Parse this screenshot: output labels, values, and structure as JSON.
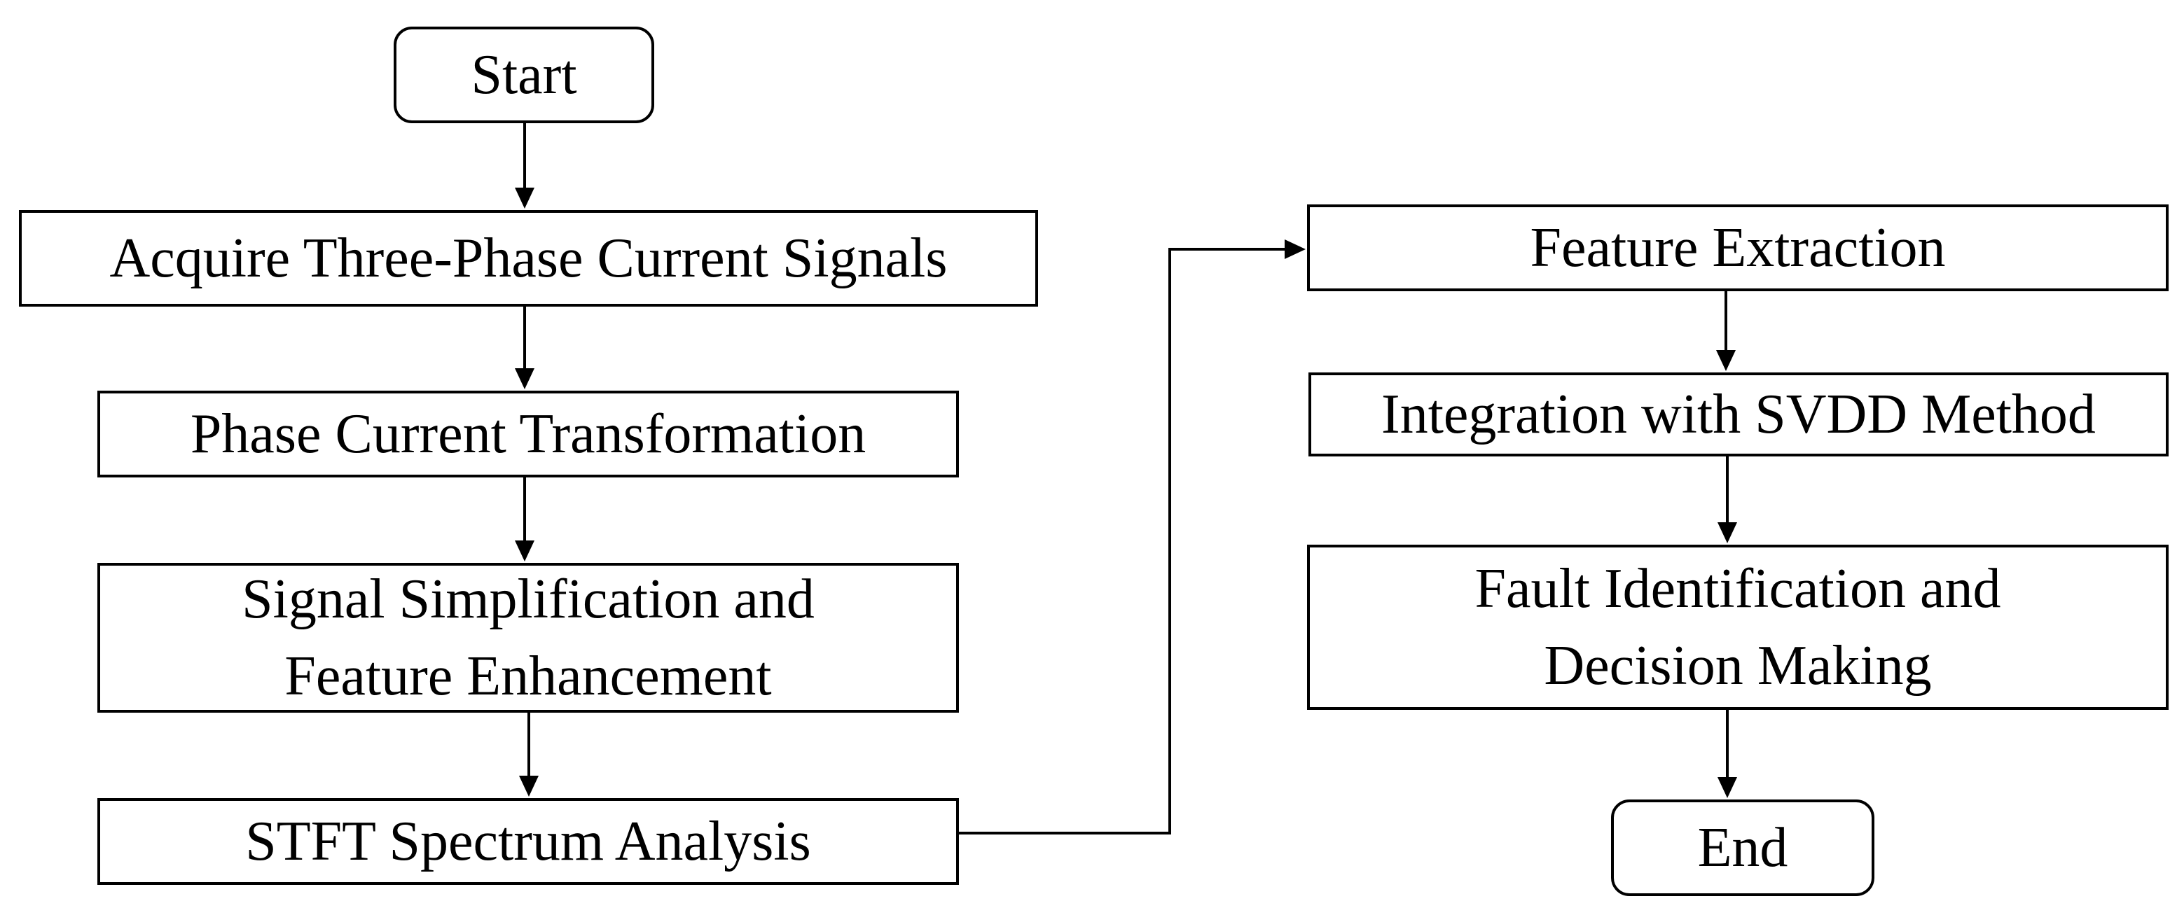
{
  "flowchart": {
    "start": "Start",
    "step1": "Acquire Three-Phase Current Signals",
    "step2": "Phase Current Transformation",
    "step3": {
      "line1": "Signal Simplification and",
      "line2": "Feature Enhancement"
    },
    "step4": "STFT Spectrum Analysis",
    "step5": "Feature Extraction",
    "step6": "Integration with SVDD Method",
    "step7": {
      "line1": "Fault Identification and",
      "line2": "Decision Making"
    },
    "end": "End"
  }
}
